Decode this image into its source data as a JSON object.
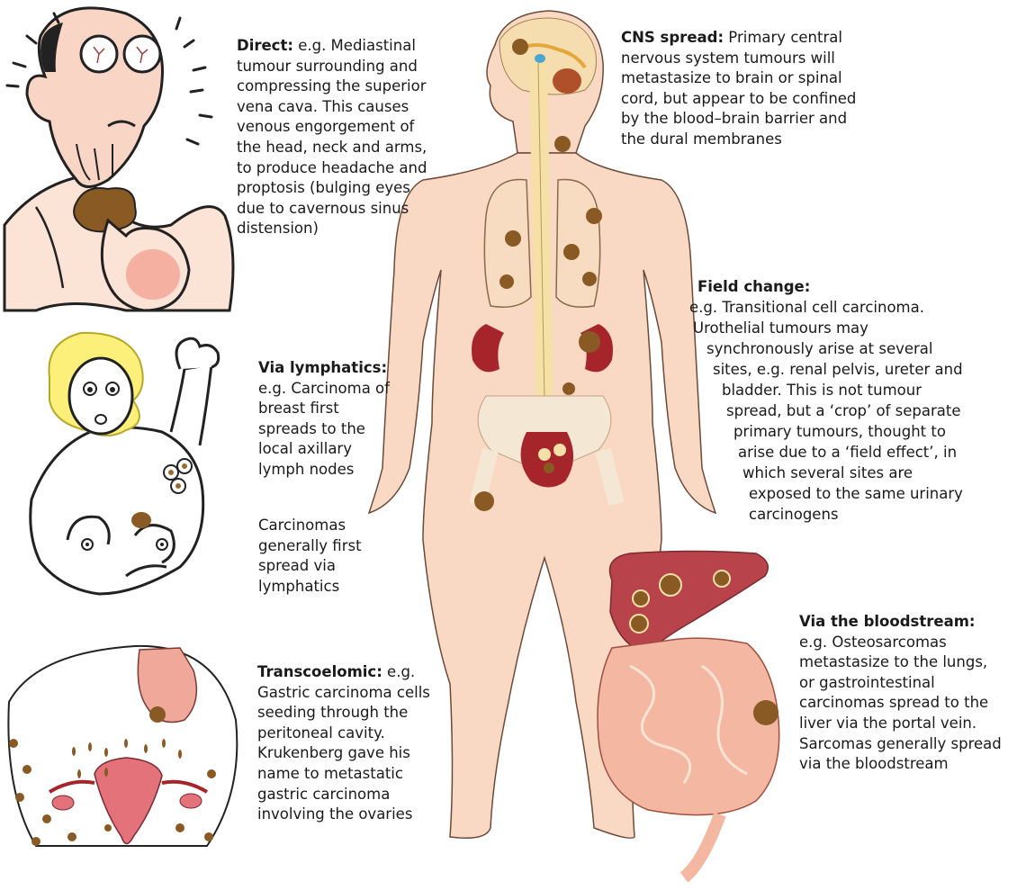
{
  "labels": {
    "direct": {
      "title": "Direct:",
      "body": " e.g. Mediastinal\ntumour surrounding and\ncompressing the superior\nvena cava. This causes\nvenous engorgement of\nthe head, neck and arms,\nto produce headache and\nproptosis (bulging eyes\ndue to cavernous sinus\ndistension)"
    },
    "lymphatics": {
      "title": "Via lymphatics:",
      "body": "e.g. Carcinoma of\nbreast first\nspreads to the\nlocal axillary\nlymph nodes",
      "note": "Carcinomas\ngenerally first\nspread via\nlymphatics"
    },
    "transcoelomic": {
      "title": "Transcoelomic:",
      "body": " e.g.\nGastric carcinoma cells\nseeding through the\nperitoneal cavity.\nKrukenberg gave his\nname to metastatic\ngastric carcinoma\ninvolving the ovaries"
    },
    "cns": {
      "title": "CNS spread:",
      "body": " Primary central\nnervous system tumours will\nmetastasize to brain or spinal\ncord, but appear to be confined\nby the blood–brain barrier and\nthe dural membranes"
    },
    "field": {
      "title": "Field change:",
      "lines": [
        "e.g. Transitional cell carcinoma.",
        "Urothelial tumours may",
        "synchronously arise at several",
        "sites, e.g. renal pelvis, ureter and",
        "bladder. This is not tumour",
        "spread, but a ‘crop’ of separate",
        "primary tumours, thought to",
        "arise due to a ‘field effect’, in",
        "which several sites are",
        "exposed to the same urinary",
        "carcinogens"
      ]
    },
    "bloodstream": {
      "title": "Via the bloodstream:",
      "body": "e.g. Osteosarcomas\nmetastasize to the lungs,\nor gastrointestinal\ncarcinomas spread to the\nliver via the portal vein.\nSarcomas generally spread\nvia the bloodstream"
    }
  },
  "colors": {
    "skin": "#f9d8c4",
    "skin_outline": "#6b4a3a",
    "tumour": "#9c6a2a",
    "organ_red": "#a6252a",
    "liver": "#b8434a",
    "lung": "#f7dcc1",
    "spinal_cord": "#f5e0a8",
    "intestine": "#f3b7a2"
  }
}
